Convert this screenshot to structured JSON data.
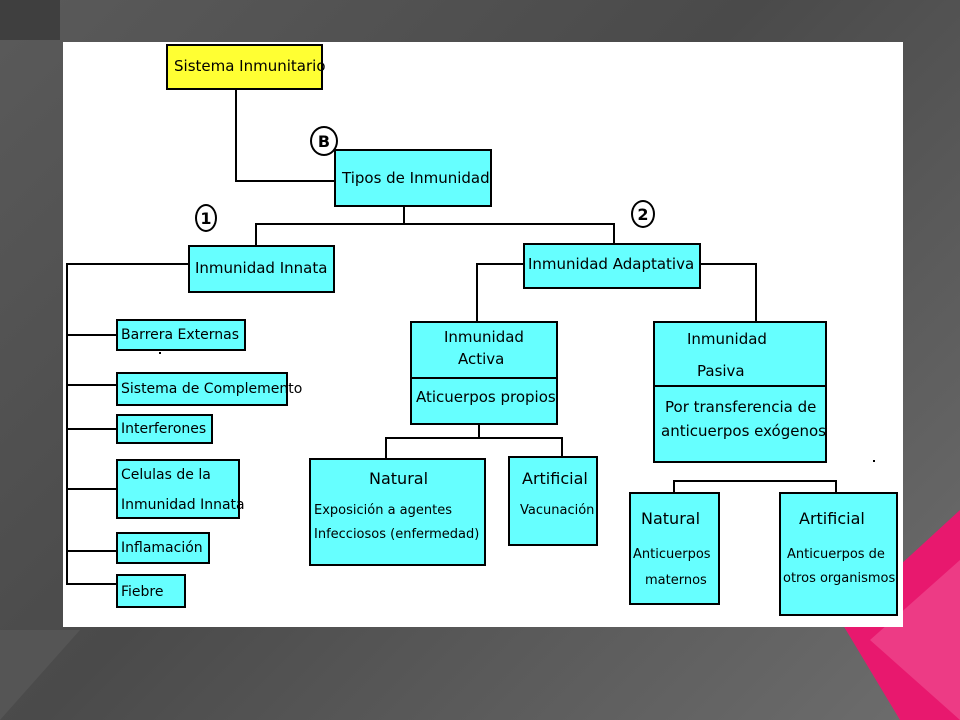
{
  "diagram": {
    "root": "Sistema Inmunitario",
    "marker_b": "B",
    "types": "Tipos de Inmunidad",
    "marker_1": "1",
    "marker_2": "2",
    "innate": {
      "title": "Inmunidad Innata",
      "items": [
        "Barrera Externas",
        "Sistema de Complemento",
        "Interferones",
        "Celulas de la",
        "Inmunidad Innata",
        "Inflamación",
        "Fiebre"
      ]
    },
    "adaptive": {
      "title": "Inmunidad Adaptativa",
      "active": {
        "title_line1": "Inmunidad",
        "title_line2": "Activa",
        "desc": "Aticuerpos propios",
        "natural": {
          "title": "Natural",
          "line1": "Exposición a agentes",
          "line2": "Infecciosos (enfermedad)"
        },
        "artificial": {
          "title": "Artificial",
          "line1": "Vacunación"
        }
      },
      "passive": {
        "title_line1": "Inmunidad",
        "title_line2": "Pasiva",
        "desc_line1": "Por transferencia de",
        "desc_line2": "anticuerpos exógenos",
        "natural": {
          "title": "Natural",
          "line1": "Anticuerpos",
          "line2": "maternos"
        },
        "artificial": {
          "title": "Artificial",
          "line1": "Anticuerpos de",
          "line2": "otros organismos"
        }
      }
    }
  },
  "colors": {
    "node": "#66ffff",
    "root": "#ffff33",
    "accent_pink": "#e8186e"
  }
}
